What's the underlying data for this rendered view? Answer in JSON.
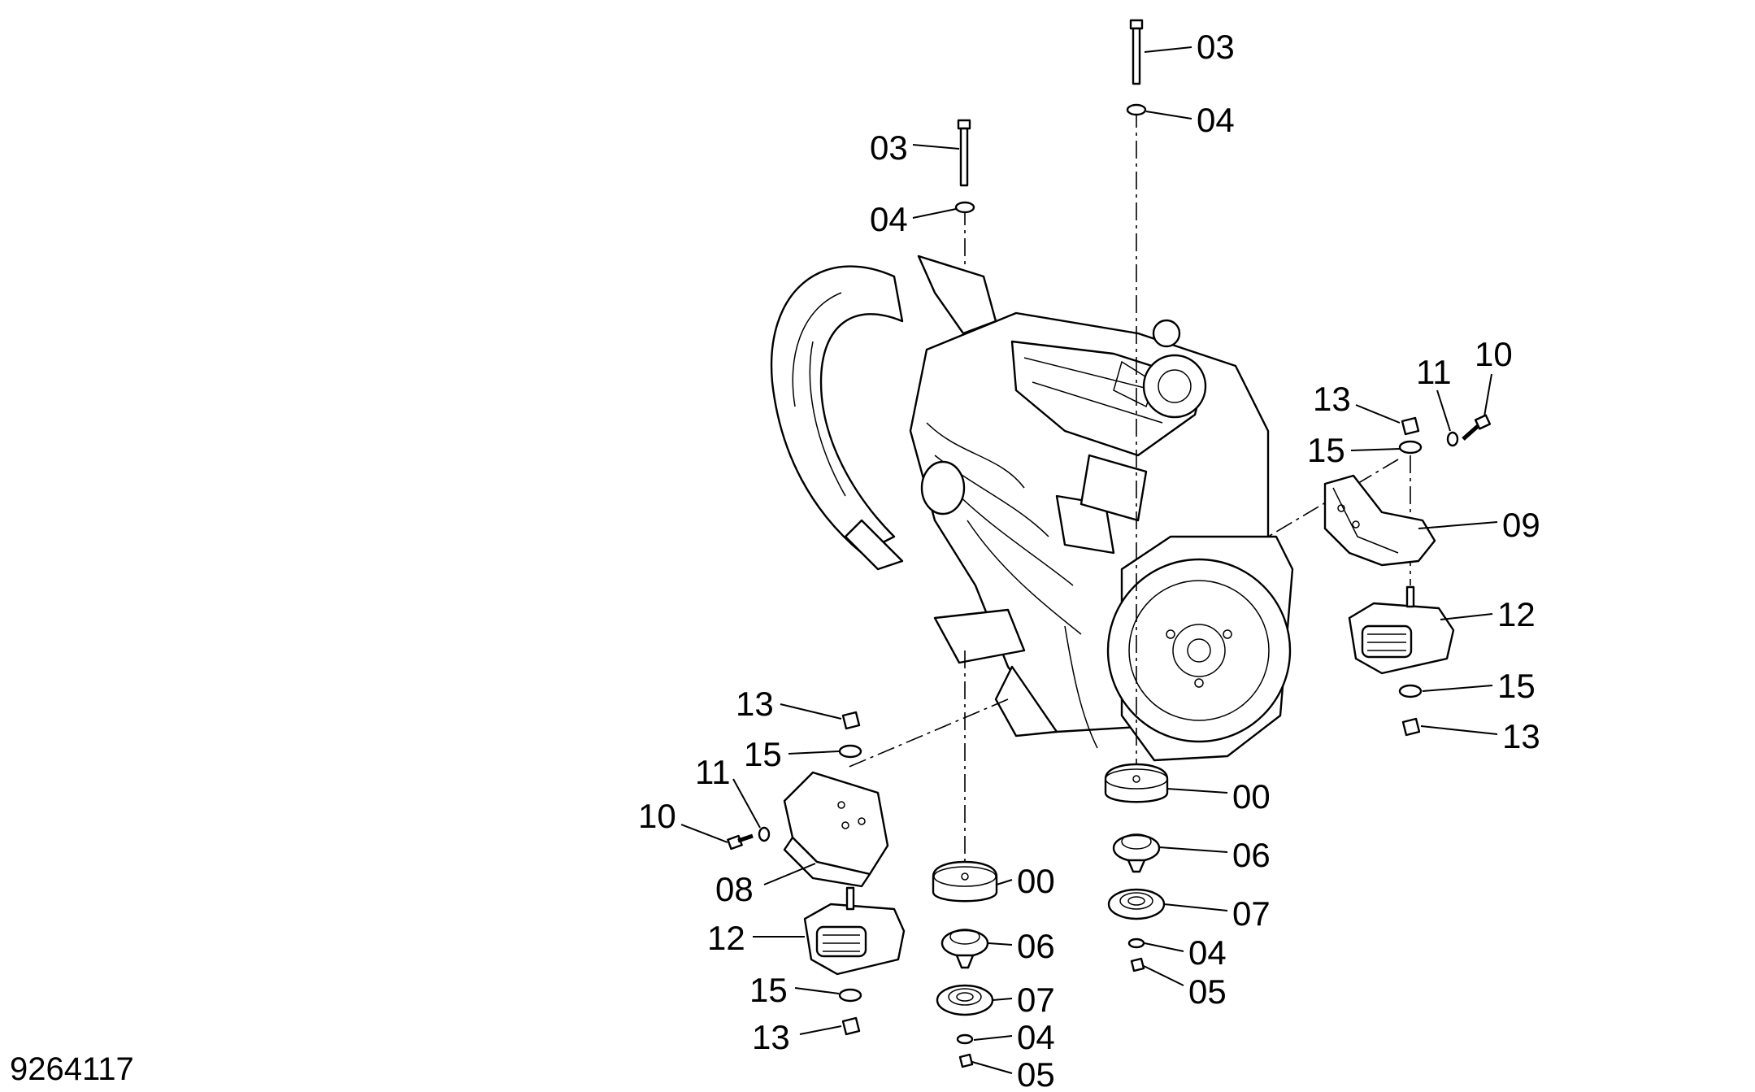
{
  "figure_id": "9264117",
  "callouts": {
    "c03_top": "03",
    "c04_top": "04",
    "c03_left": "03",
    "c04_left": "04",
    "c13_right": "13",
    "c11_right": "11",
    "c10_right": "10",
    "c15_right": "15",
    "c09": "09",
    "c12_right": "12",
    "c15_right_low": "15",
    "c13_right_low": "13",
    "c00_right": "00",
    "c06_right": "06",
    "c07_right": "07",
    "c04_right_low": "04",
    "c05_right_low": "05",
    "c13_left": "13",
    "c15_left": "15",
    "c11_left": "11",
    "c10_left": "10",
    "c08": "08",
    "c12_left": "12",
    "c15_left_low": "15",
    "c13_left_low": "13",
    "c00_center": "00",
    "c06_center": "06",
    "c07_center": "07",
    "c04_center_low": "04",
    "c05_center_low": "05"
  }
}
